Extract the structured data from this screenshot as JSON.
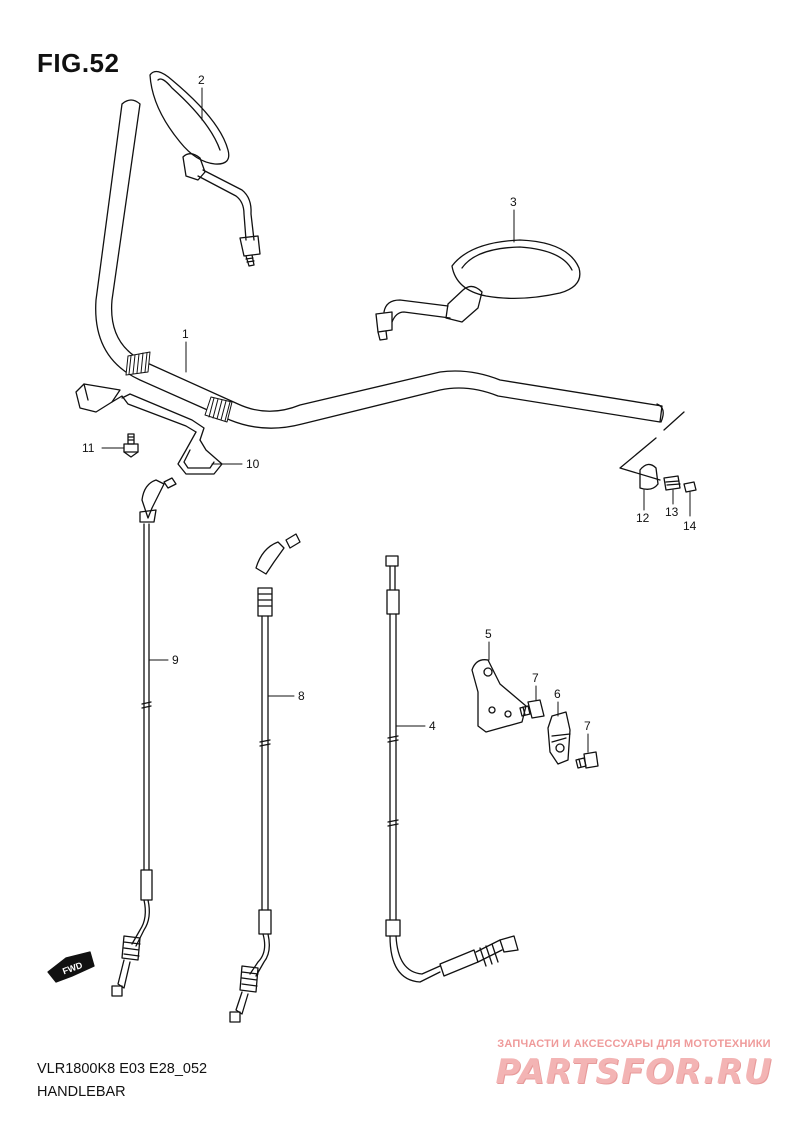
{
  "figure": {
    "title": "FIG.52",
    "model_code": "VLR1800K8 E03 E28_052",
    "section": "HANDLEBAR"
  },
  "callouts": {
    "c1": "1",
    "c2": "2",
    "c3": "3",
    "c4": "4",
    "c5": "5",
    "c6": "6",
    "c7a": "7",
    "c7b": "7",
    "c8": "8",
    "c9": "9",
    "c10": "10",
    "c11": "11",
    "c12": "12",
    "c13": "13",
    "c14": "14"
  },
  "direction_arrow": {
    "label": "FWD"
  },
  "watermark": {
    "tagline": "ЗАПЧАСТИ И АКСЕССУАРЫ ДЛЯ МОТОТЕХНИКИ",
    "logo": "PARTSFOR.RU"
  }
}
